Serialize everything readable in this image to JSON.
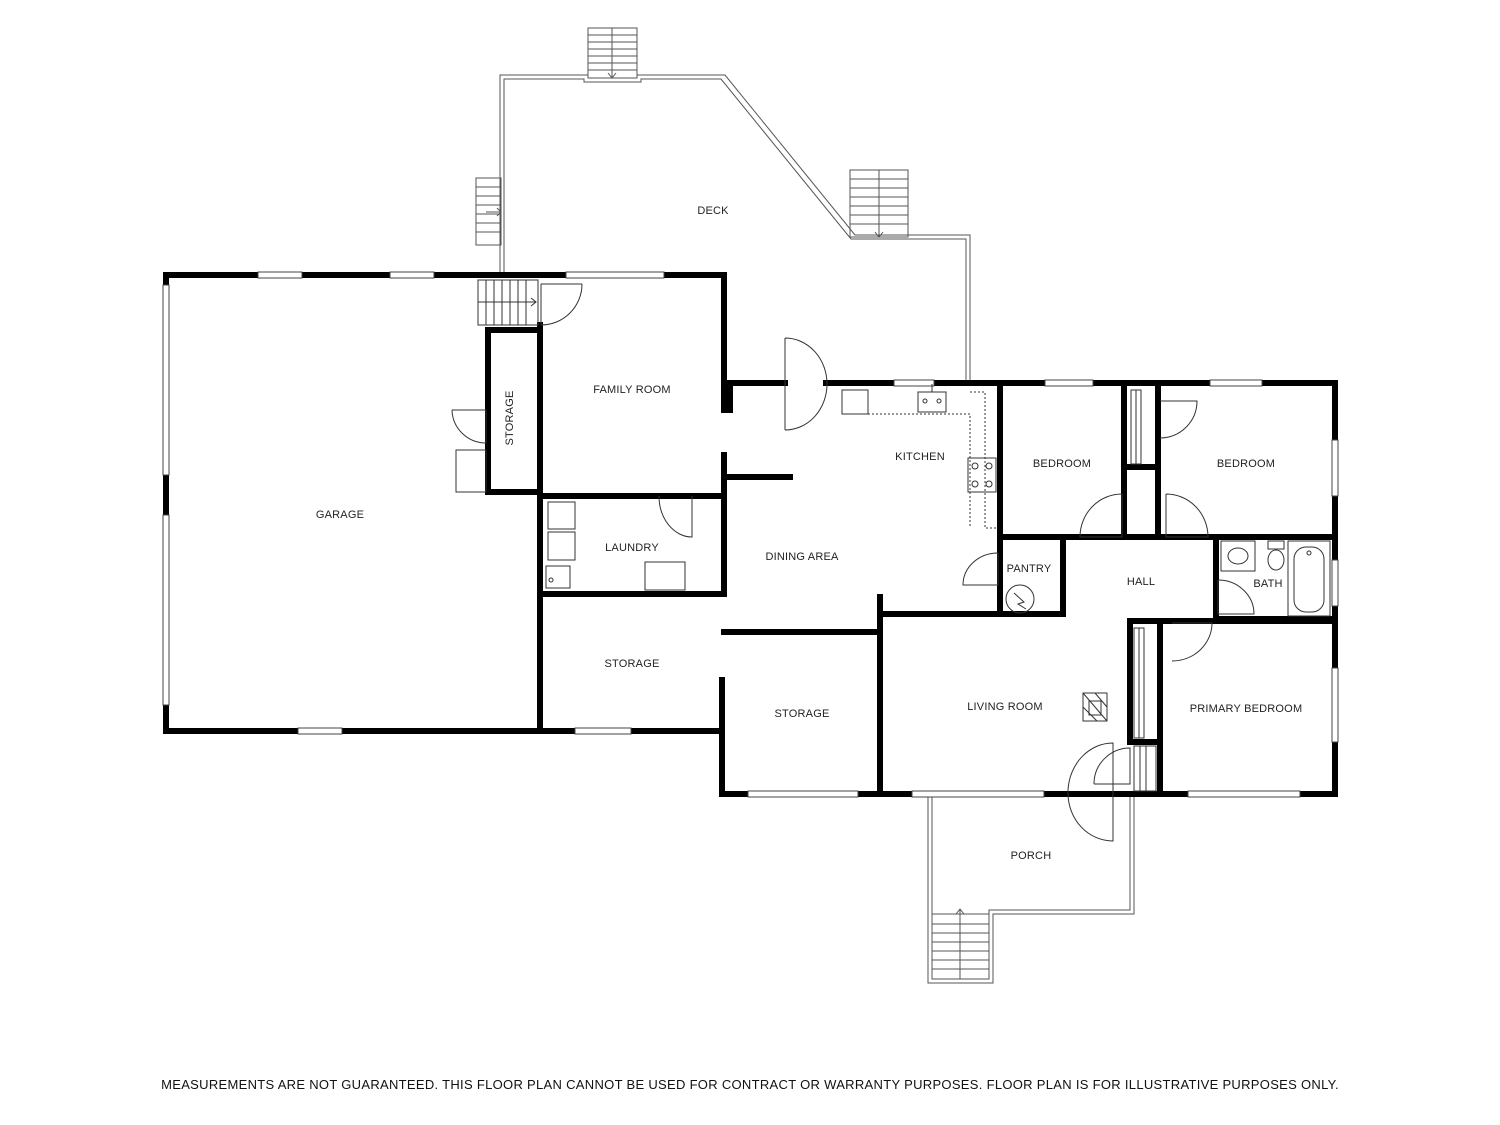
{
  "rooms": {
    "deck": "DECK",
    "family_room": "FAMILY ROOM",
    "storage_small": "STORAGE",
    "garage": "GARAGE",
    "kitchen": "KITCHEN",
    "bedroom_1": "BEDROOM",
    "bedroom_2": "BEDROOM",
    "laundry": "LAUNDRY",
    "dining_area": "DINING AREA",
    "pantry": "PANTRY",
    "hall": "HALL",
    "bath": "BATH",
    "storage_mid": "STORAGE",
    "storage_lower": "STORAGE",
    "living_room": "LIVING ROOM",
    "primary_bedroom": "PRIMARY BEDROOM",
    "porch": "PORCH"
  },
  "disclaimer": "MEASUREMENTS ARE NOT GUARANTEED. THIS FLOOR PLAN CANNOT BE USED FOR CONTRACT OR WARRANTY PURPOSES. FLOOR PLAN IS FOR ILLUSTRATIVE PURPOSES ONLY."
}
